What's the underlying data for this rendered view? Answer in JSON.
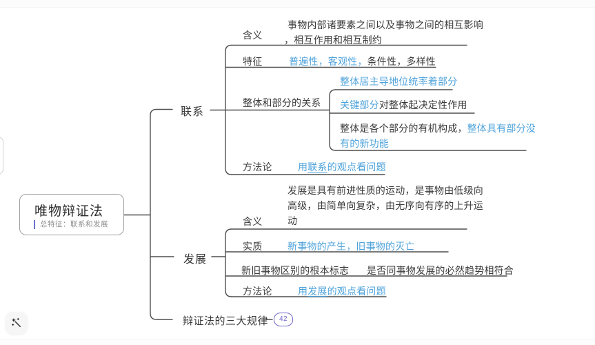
{
  "colors": {
    "highlight_blue": "#4fa3db",
    "line_gray": "#4f4f4f",
    "badge_purple": "#7268cc"
  },
  "icons": {
    "magic_wand": "magic-wand-icon"
  },
  "root": {
    "title": "唯物辩证法",
    "subtitle": "总特征：联系和发展"
  },
  "lianxi": {
    "label": "联系",
    "hanyi": {
      "label": "含义",
      "line1": "事物内部诸要素之间以及事物之间的相互影响",
      "line2": "，相互作用和相互制约"
    },
    "tezheng": {
      "label": "特征",
      "blue": "普遍性，客观性，",
      "black": "条件性，多样性"
    },
    "zhengti": {
      "label": "整体和部分的关系",
      "child1": "整体居主导地位统率着部分",
      "child2_blue": "关键部分",
      "child2_black": "对整体起决定性作用",
      "child3_black": "整体是各个部分的有机构成，",
      "child3_blue": "整体具有部分没有的新功能"
    },
    "fangfalun": {
      "label": "方法论",
      "pre": "用",
      "keyword": "联系",
      "post": "的观点看问题"
    }
  },
  "fazhan": {
    "label": "发展",
    "hanyi": {
      "label": "含义",
      "text": "发展是具有前进性质的运动，是事物由低级向高级，由简单向复杂，由无序向有序的上升运动"
    },
    "shizhi": {
      "label": "实质",
      "text": "新事物的产生，旧事物的灭亡"
    },
    "xinjiu": {
      "label": "新旧事物区别的根本标志",
      "text": "是否同事物发展的必然趋势相符合"
    },
    "fangfalun": {
      "label": "方法论",
      "pre": "用",
      "keyword": "发展",
      "post": "的观点看问题"
    }
  },
  "sanda": {
    "label": "辩证法的三大规律",
    "badge": "42"
  }
}
